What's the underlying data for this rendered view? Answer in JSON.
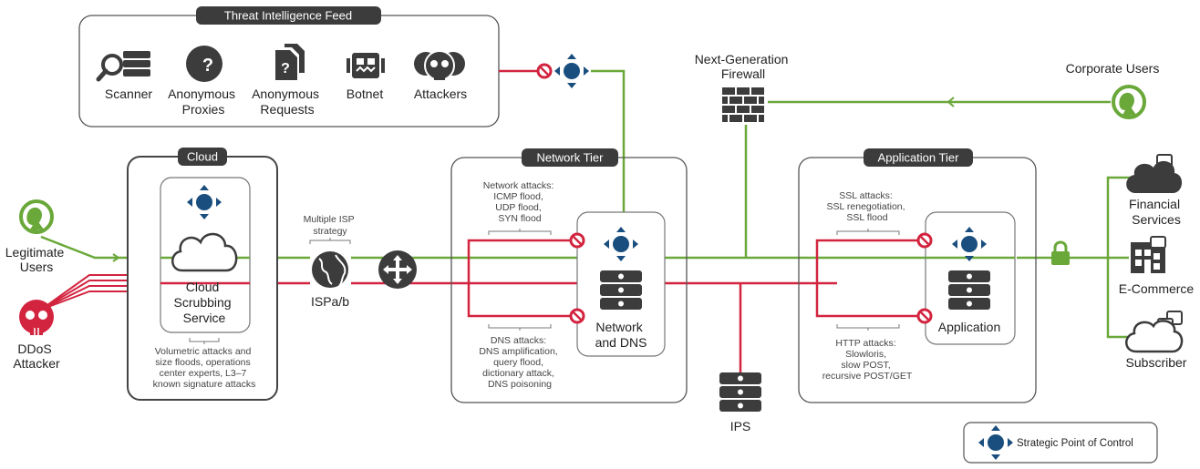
{
  "colors": {
    "green": "#6aa83a",
    "red": "#d3243f",
    "blue": "#1a4e7e",
    "dark": "#3c3c3c"
  },
  "threat_feed": {
    "title": "Threat Intelligence Feed",
    "items": [
      {
        "icon": "scanner-icon",
        "lines": [
          "Scanner"
        ]
      },
      {
        "icon": "anonymous-proxy-icon",
        "lines": [
          "Anonymous",
          "Proxies"
        ]
      },
      {
        "icon": "anonymous-request-icon",
        "lines": [
          "Anonymous",
          "Requests"
        ]
      },
      {
        "icon": "botnet-icon",
        "lines": [
          "Botnet"
        ]
      },
      {
        "icon": "attackers-icon",
        "lines": [
          "Attackers"
        ]
      }
    ]
  },
  "cloud": {
    "title": "Cloud",
    "service_lines": [
      "Cloud",
      "Scrubbing",
      "Service"
    ],
    "note_lines": [
      "Volumetric attacks and",
      "size floods, operations",
      "center experts, L3–7",
      "known signature attacks"
    ]
  },
  "legit_users": {
    "lines": [
      "Legitimate",
      "Users"
    ]
  },
  "ddos": {
    "lines": [
      "DDoS",
      "Attacker"
    ]
  },
  "isp": {
    "strategy_lines": [
      "Multiple ISP",
      "strategy"
    ],
    "label": "ISPa/b"
  },
  "network_tier": {
    "title": "Network Tier",
    "net_attacks": [
      "Network attacks:",
      "ICMP flood,",
      "UDP flood,",
      "SYN flood"
    ],
    "dns_attacks": [
      "DNS attacks:",
      "DNS amplification,",
      "query flood,",
      "dictionary attack,",
      "DNS poisoning"
    ],
    "server_lines": [
      "Network",
      "and DNS"
    ]
  },
  "firewall": {
    "lines": [
      "Next-Generation",
      "Firewall"
    ]
  },
  "ips": {
    "label": "IPS"
  },
  "corporate_users": {
    "label": "Corporate Users"
  },
  "app_tier": {
    "title": "Application Tier",
    "ssl_attacks": [
      "SSL attacks:",
      "SSL renegotiation,",
      "SSL flood"
    ],
    "http_attacks": [
      "HTTP attacks:",
      "Slowloris,",
      "slow POST,",
      "recursive POST/GET"
    ],
    "server_label": "Application"
  },
  "destinations": [
    {
      "icon": "financial-cloud-icon",
      "lines": [
        "Financial",
        "Services"
      ]
    },
    {
      "icon": "ecommerce-building-icon",
      "lines": [
        "E-Commerce"
      ]
    },
    {
      "icon": "subscriber-cloud-icon",
      "lines": [
        "Subscriber"
      ]
    }
  ],
  "legend": {
    "label": "Strategic Point of Control"
  }
}
